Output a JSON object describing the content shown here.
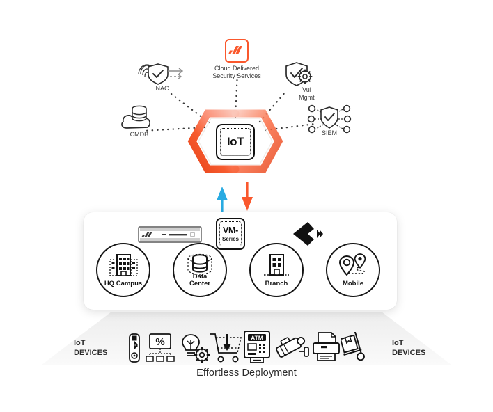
{
  "diagram": {
    "title": "IoT Security — Effortless Deployment",
    "colors": {
      "accent_orange": "#FA582D",
      "accent_orange_dark": "#E8451B",
      "accent_orange_light": "#FBB3A0",
      "accent_blue": "#29ABE2",
      "ink": "#141414",
      "plane_gray": "#F2F2F2"
    },
    "center": {
      "node_label": "IoT",
      "node_name": "iot-chip"
    },
    "services": [
      {
        "id": "nac",
        "label": "NAC",
        "icon": "fingerprint-shield-icon"
      },
      {
        "id": "cloud-delivered-security-services",
        "label": "Cloud Delivered\nSecurity Services",
        "icon": "palo-alto-networks-logo-icon"
      },
      {
        "id": "vul-mgmt",
        "label": "Vul Mgmt",
        "icon": "shield-gear-icon"
      },
      {
        "id": "siem",
        "label": "SIEM",
        "icon": "shield-network-icon"
      },
      {
        "id": "cmdb",
        "label": "CMDB",
        "icon": "cloud-database-icon"
      }
    ],
    "flows": [
      {
        "id": "uplink",
        "direction": "up",
        "color": "#29ABE2",
        "name": "telemetry-up-arrow"
      },
      {
        "id": "downlink",
        "direction": "down",
        "color": "#FA582D",
        "name": "policy-down-arrow"
      }
    ],
    "enforcement": {
      "appliances": [
        {
          "id": "ngfw-hardware",
          "label": "",
          "icon": "hardware-firewall-icon"
        },
        {
          "id": "vm-series",
          "label_top": "VM-",
          "label_bottom": "Series",
          "icon": "vm-series-icon"
        },
        {
          "id": "prisma-access",
          "label": "",
          "icon": "prisma-access-logo-icon"
        }
      ],
      "sites": [
        {
          "id": "hq-campus",
          "label": "HQ Campus",
          "icon": "office-building-icon"
        },
        {
          "id": "data-center",
          "label": "Data\nCenter",
          "icon": "database-icon"
        },
        {
          "id": "branch",
          "label": "Branch",
          "icon": "small-building-icon"
        },
        {
          "id": "mobile",
          "label": "Mobile",
          "icon": "map-pins-route-icon"
        }
      ]
    },
    "devices": {
      "label_left": "IoT\nDEVICES",
      "label_right": "IoT\nDEVICES",
      "caption": "Effortless Deployment",
      "items": [
        {
          "id": "bluetooth-dongle",
          "icon": "bluetooth-dongle-icon"
        },
        {
          "id": "pos-terminal",
          "icon": "percent-display-icon"
        },
        {
          "id": "smart-bulb",
          "icon": "lightbulb-gear-icon"
        },
        {
          "id": "shopping-cart",
          "icon": "cart-download-icon"
        },
        {
          "id": "atm",
          "icon": "atm-icon"
        },
        {
          "id": "security-camera",
          "icon": "security-camera-icon"
        },
        {
          "id": "printer",
          "icon": "printer-icon"
        },
        {
          "id": "hand-truck",
          "icon": "hand-truck-icon"
        }
      ]
    }
  }
}
